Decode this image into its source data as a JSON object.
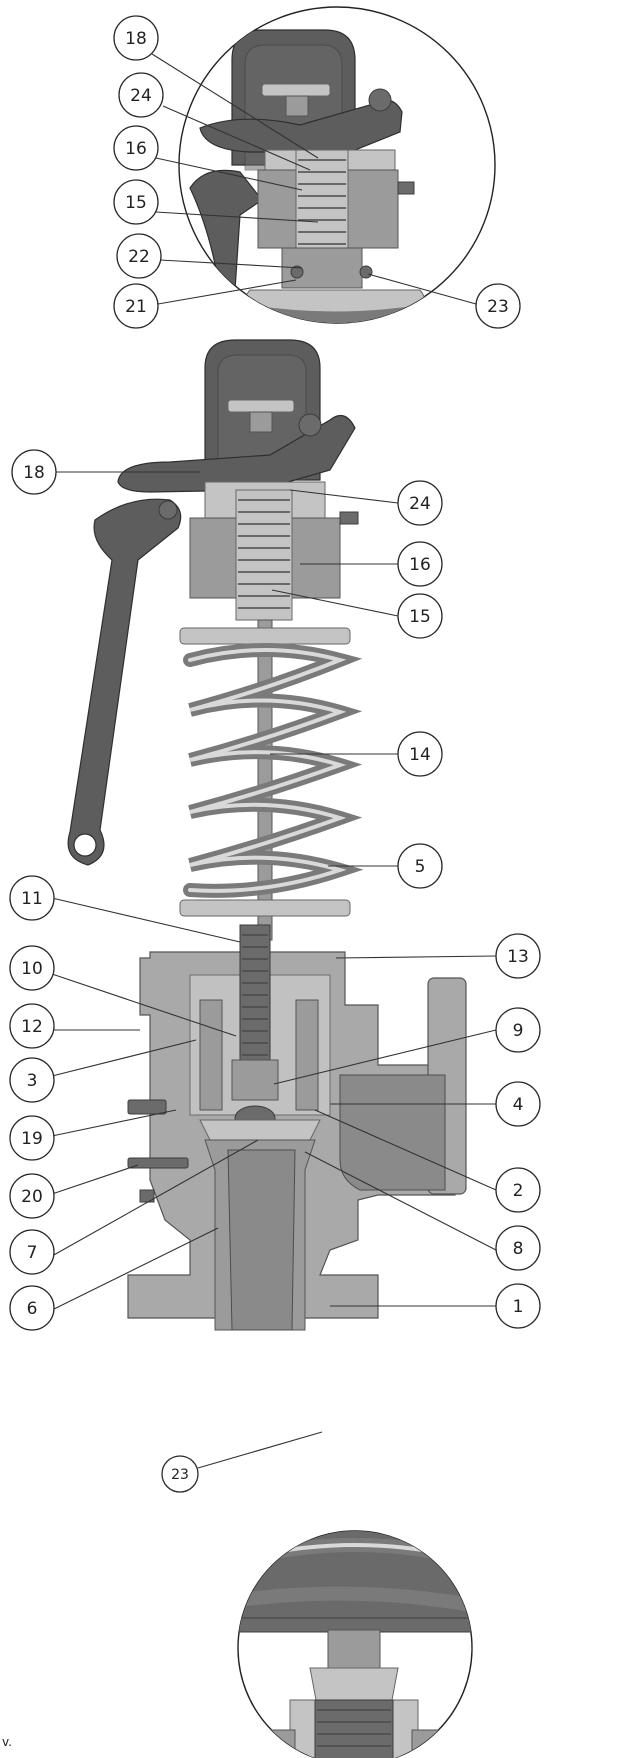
{
  "callouts": {
    "top_detail": [
      "18",
      "24",
      "16",
      "15",
      "22",
      "21",
      "23"
    ],
    "main_left": [
      "18",
      "11",
      "10",
      "12",
      "3",
      "19",
      "20",
      "7",
      "6"
    ],
    "main_right": [
      "24",
      "16",
      "15",
      "14",
      "5",
      "13",
      "9",
      "4",
      "2",
      "8",
      "1"
    ],
    "bottom_detail": [
      "23"
    ]
  },
  "footer_fragment": "v.",
  "colors": {
    "cast_iron": "#5d5d5d",
    "machined_steel": "#9b9b9b",
    "body": "#a9a9a9"
  }
}
